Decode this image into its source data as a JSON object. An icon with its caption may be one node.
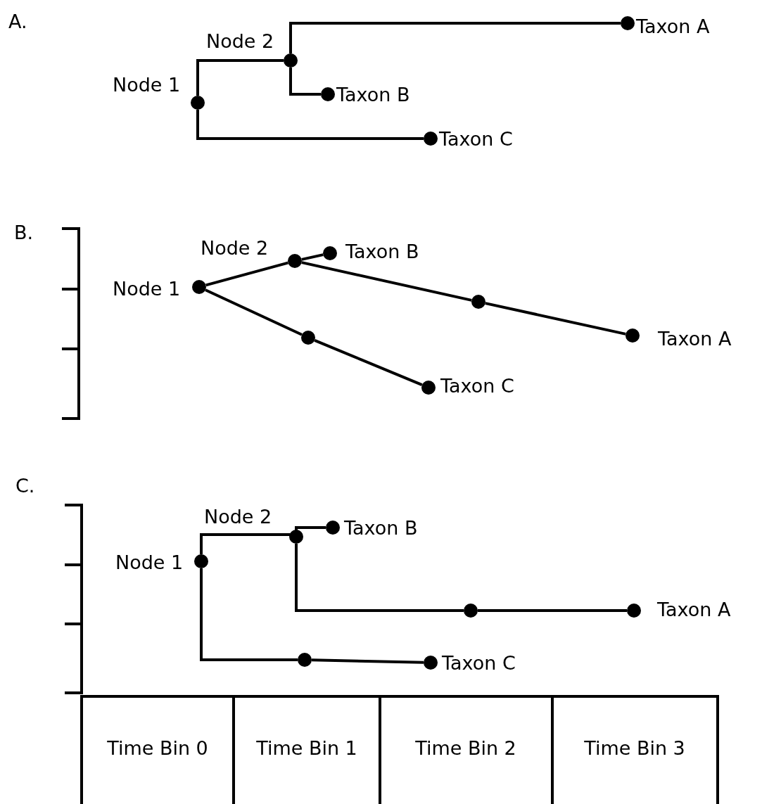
{
  "diagram": {
    "nodes": [
      {
        "text": [],
        "shape": "circle",
        "beside": [
          "Node 1"
        ]
      },
      {
        "text": [],
        "shape": "circle",
        "beside": [
          "Node 2"
        ]
      },
      {
        "text": [],
        "shape": "circle",
        "beside": [
          "Taxon A"
        ]
      },
      {
        "text": [],
        "shape": "circle",
        "beside": [
          "Taxon B"
        ]
      },
      {
        "text": [],
        "shape": "circle",
        "beside": [
          "Taxon C"
        ]
      },
      {
        "text": [],
        "shape": "circle",
        "beside": [
          "Node 1"
        ]
      },
      {
        "text": [],
        "shape": "circle",
        "beside": [
          "Node 2"
        ]
      },
      {
        "text": [],
        "shape": "circle",
        "beside": [
          "Taxon B"
        ]
      },
      {
        "text": [],
        "shape": "circle"
      },
      {
        "text": [],
        "shape": "circle",
        "beside": [
          "Taxon A"
        ]
      },
      {
        "text": [],
        "shape": "circle"
      },
      {
        "text": [],
        "shape": "circle",
        "beside": [
          "Taxon C"
        ]
      },
      {
        "text": [],
        "shape": "circle",
        "beside": [
          "Node 1"
        ]
      },
      {
        "text": [],
        "shape": "circle",
        "beside": [
          "Node 2"
        ]
      },
      {
        "text": [],
        "shape": "circle",
        "beside": [
          "Taxon B"
        ]
      },
      {
        "text": [],
        "shape": "circle"
      },
      {
        "text": [],
        "shape": "circle",
        "beside": [
          "Taxon A"
        ]
      },
      {
        "text": [],
        "shape": "circle"
      },
      {
        "text": [],
        "shape": "circle",
        "beside": [
          "Taxon C"
        ]
      }
    ],
    "edges": [
      {
        "from": 0,
        "to": 1,
        "arrow": "none"
      },
      {
        "from": 1,
        "to": 2,
        "arrow": "none"
      },
      {
        "from": 1,
        "to": 3,
        "arrow": "none"
      },
      {
        "from": 0,
        "to": 4,
        "arrow": "none"
      },
      {
        "from": 5,
        "to": 6,
        "arrow": "none"
      },
      {
        "from": 6,
        "to": 7,
        "arrow": "none"
      },
      {
        "from": 6,
        "to": 8,
        "arrow": "none"
      },
      {
        "from": 8,
        "to": 9,
        "arrow": "none"
      },
      {
        "from": 5,
        "to": 10,
        "arrow": "none"
      },
      {
        "from": 10,
        "to": 11,
        "arrow": "none"
      },
      {
        "from": 12,
        "to": 13,
        "arrow": "none"
      },
      {
        "from": 13,
        "to": 14,
        "arrow": "none"
      },
      {
        "from": 13,
        "to": 15,
        "arrow": "none"
      },
      {
        "from": 15,
        "to": 16,
        "arrow": "none"
      },
      {
        "from": 12,
        "to": 17,
        "arrow": "none"
      },
      {
        "from": 17,
        "to": 18,
        "arrow": "none"
      }
    ],
    "labels": [
      "A.",
      "B.",
      "C.",
      "Time Bin 0",
      "Time Bin 1",
      "Time Bin 2",
      "Time Bin 3"
    ]
  }
}
